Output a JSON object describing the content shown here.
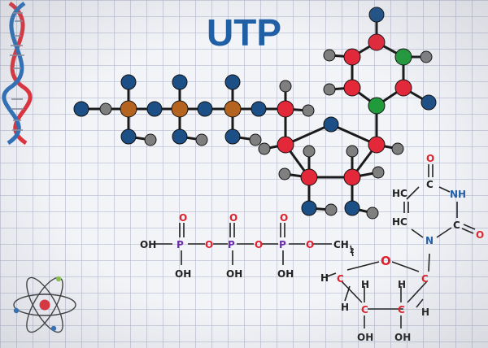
{
  "title": "UTP",
  "colors": {
    "title": "#1f5fa6",
    "oxygen_atom": "#1c4f85",
    "carbon_atom": "#e3283a",
    "nitrogen_atom": "#219a3b",
    "phosphorus_atom": "#b4641e",
    "hydrogen_atom": "#7f7f7f",
    "formula_oxygen": "#e0202c",
    "formula_phosphorus": "#6a2fa8",
    "formula_nitrogen": "#1f5fa6",
    "formula_bond": "#222222"
  },
  "formula": {
    "phosphate_groups": [
      {
        "oxygen_top": "O",
        "phosphorus": "P",
        "hydroxyl_bottom": "OH",
        "bridge": "O"
      },
      {
        "oxygen_top": "O",
        "phosphorus": "P",
        "hydroxyl_bottom": "OH",
        "bridge": "O"
      },
      {
        "oxygen_top": "O",
        "phosphorus": "P",
        "hydroxyl_bottom": "OH",
        "bridge": "O"
      }
    ],
    "terminal_hydroxyl": "OH",
    "methylene": "CH",
    "methylene_subscript": "2",
    "ribose": {
      "ring_oxygen": "O",
      "carbon": "C",
      "hydrogen": "H",
      "hydroxyl": "OH"
    },
    "uracil": {
      "ring_ch": "HC",
      "ring_nh": "NH",
      "ring_carbon": "C",
      "ring_nitrogen": "N",
      "carbonyl_oxygen": "O"
    }
  },
  "icons": [
    "dna-helix-icon",
    "atom-icon"
  ]
}
